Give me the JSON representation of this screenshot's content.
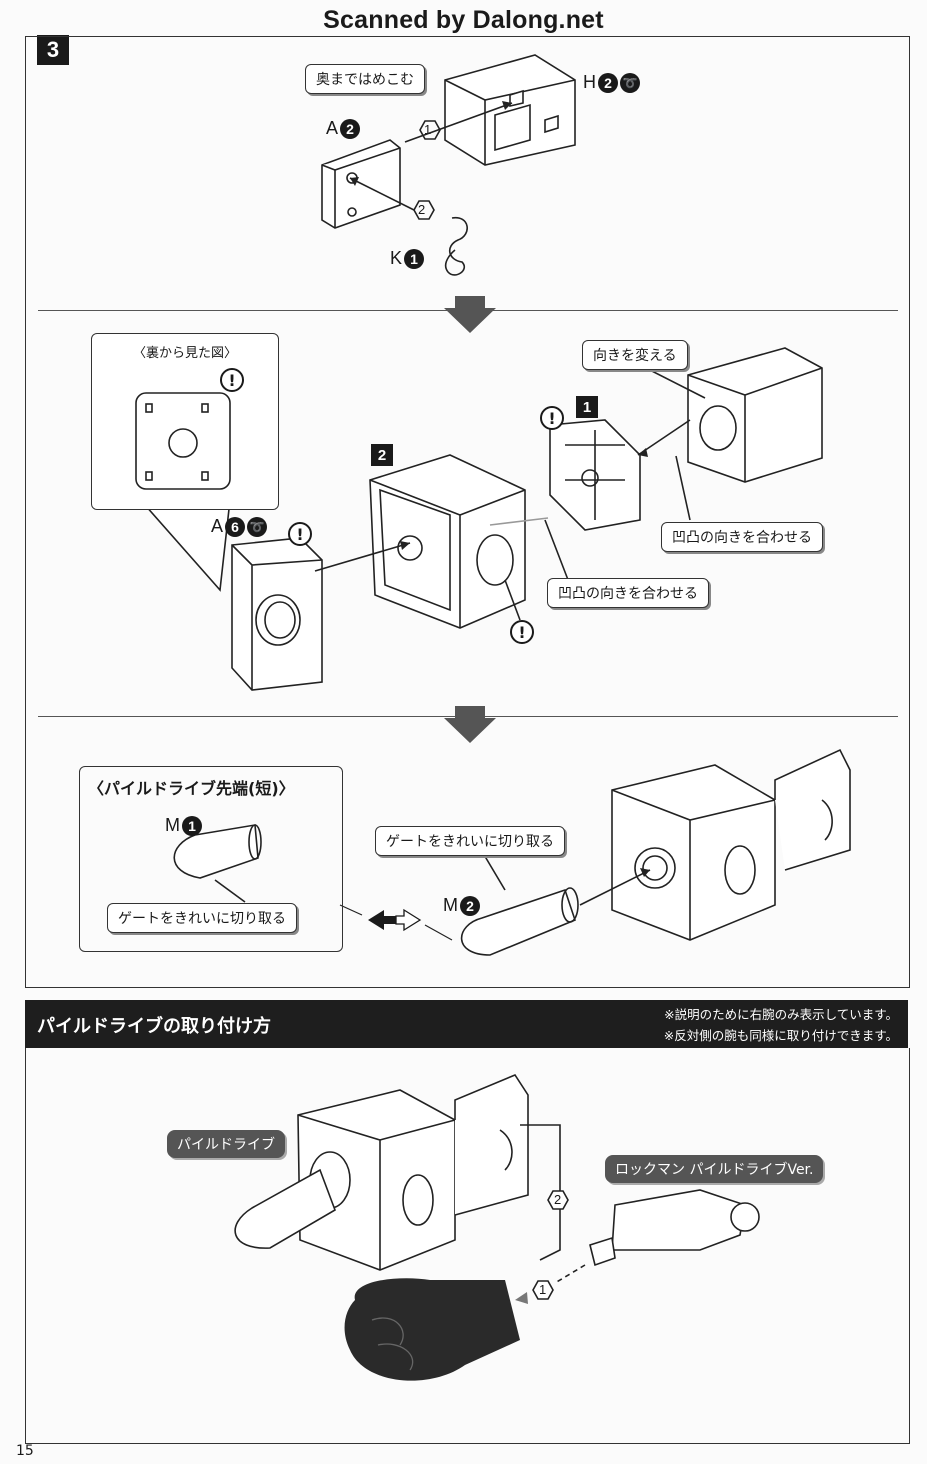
{
  "watermark": "Scanned by Dalong.net",
  "step3": {
    "number": "3",
    "push_in_label": "奥まではめこむ",
    "parts": {
      "a": "A",
      "a_num": "2",
      "h": "H",
      "h_num": "2",
      "k": "K",
      "k_num": "1"
    },
    "order": [
      "1",
      "2"
    ]
  },
  "step_b": {
    "back_view_title": "〈裏から見た図〉",
    "rotate_label": "向きを変える",
    "align_label_1": "凹凸の向きを合わせる",
    "align_label_2": "凹凸の向きを合わせる",
    "sub1": "1",
    "sub2": "2",
    "part_a": "A",
    "part_a_num": "6",
    "warning": "!"
  },
  "step_c": {
    "short_tip_title": "〈パイルドライブ先端(短)〉",
    "gate_label_1": "ゲートをきれいに切り取る",
    "gate_label_2": "ゲートをきれいに切り取る",
    "part_m": "M",
    "m1": "1",
    "m2": "2"
  },
  "mounting": {
    "title": "パイルドライブの取り付け方",
    "note_1": "※説明のために右腕のみ表示しています。",
    "note_2": "※反対側の腕も同様に取り付けできます。",
    "pile_label": "パイルドライブ",
    "rockman_label": "ロックマン パイルドライブVer.",
    "order": [
      "1",
      "2"
    ]
  },
  "footer": {
    "page": "15"
  }
}
